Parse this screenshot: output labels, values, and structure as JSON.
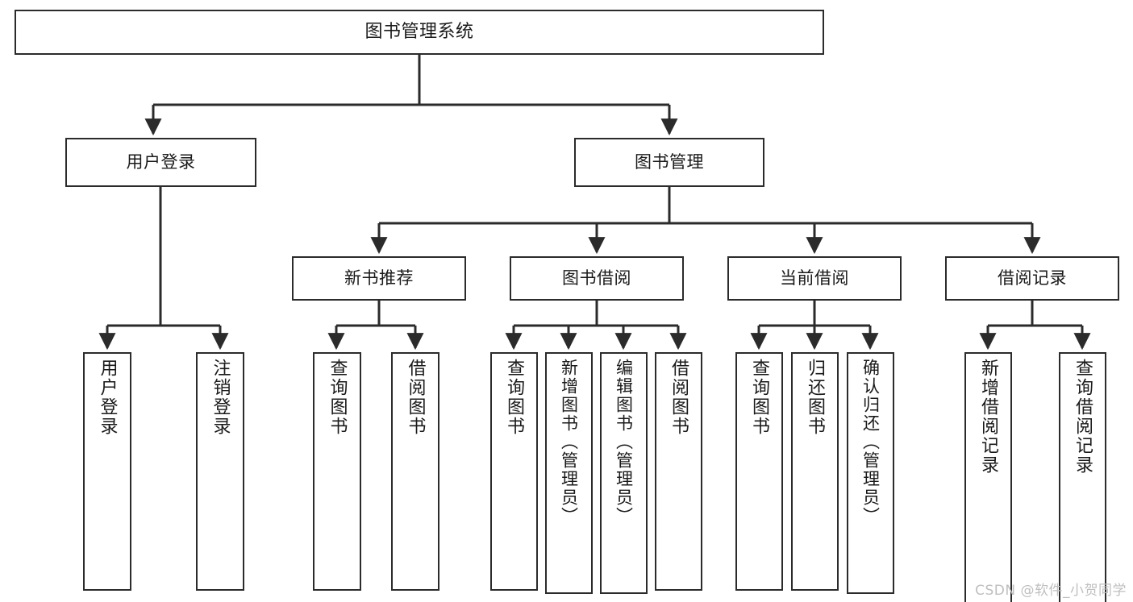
{
  "diagram": {
    "title": "图书管理系统",
    "watermark": "CSDN @软件_小贺同学",
    "line_color": "#2b2b2b",
    "box_fill": "#ffffff",
    "text_color": "#1a1a1a",
    "nodes": {
      "root": {
        "label": "图书管理系统"
      },
      "level2": [
        {
          "id": "user-login",
          "label": "用户登录"
        },
        {
          "id": "book-management",
          "label": "图书管理"
        }
      ],
      "level3": [
        {
          "id": "new-book-recommend",
          "label": "新书推荐"
        },
        {
          "id": "book-borrow",
          "label": "图书借阅"
        },
        {
          "id": "current-borrow",
          "label": "当前借阅"
        },
        {
          "id": "borrow-record",
          "label": "借阅记录"
        }
      ],
      "leaves": {
        "user-login": [
          {
            "id": "leaf-user-login",
            "label": "用户登录"
          },
          {
            "id": "leaf-logout-login",
            "label": "注销登录"
          }
        ],
        "new-book-recommend": [
          {
            "id": "leaf-query-book-1",
            "label": "查询图书"
          },
          {
            "id": "leaf-borrow-book-1",
            "label": "借阅图书"
          }
        ],
        "book-borrow": [
          {
            "id": "leaf-query-book-2",
            "label": "查询图书"
          },
          {
            "id": "leaf-add-book-admin",
            "label": "新增图书（管理员）"
          },
          {
            "id": "leaf-edit-book-admin",
            "label": "编辑图书（管理员）"
          },
          {
            "id": "leaf-borrow-book-2",
            "label": "借阅图书"
          }
        ],
        "current-borrow": [
          {
            "id": "leaf-query-book-3",
            "label": "查询图书"
          },
          {
            "id": "leaf-return-book",
            "label": "归还图书"
          },
          {
            "id": "leaf-confirm-return-admin",
            "label": "确认归还（管理员）"
          }
        ],
        "borrow-record": [
          {
            "id": "leaf-add-borrow-record",
            "label": "新增借阅记录"
          },
          {
            "id": "leaf-query-borrow-record",
            "label": "查询借阅记录"
          }
        ]
      }
    }
  }
}
